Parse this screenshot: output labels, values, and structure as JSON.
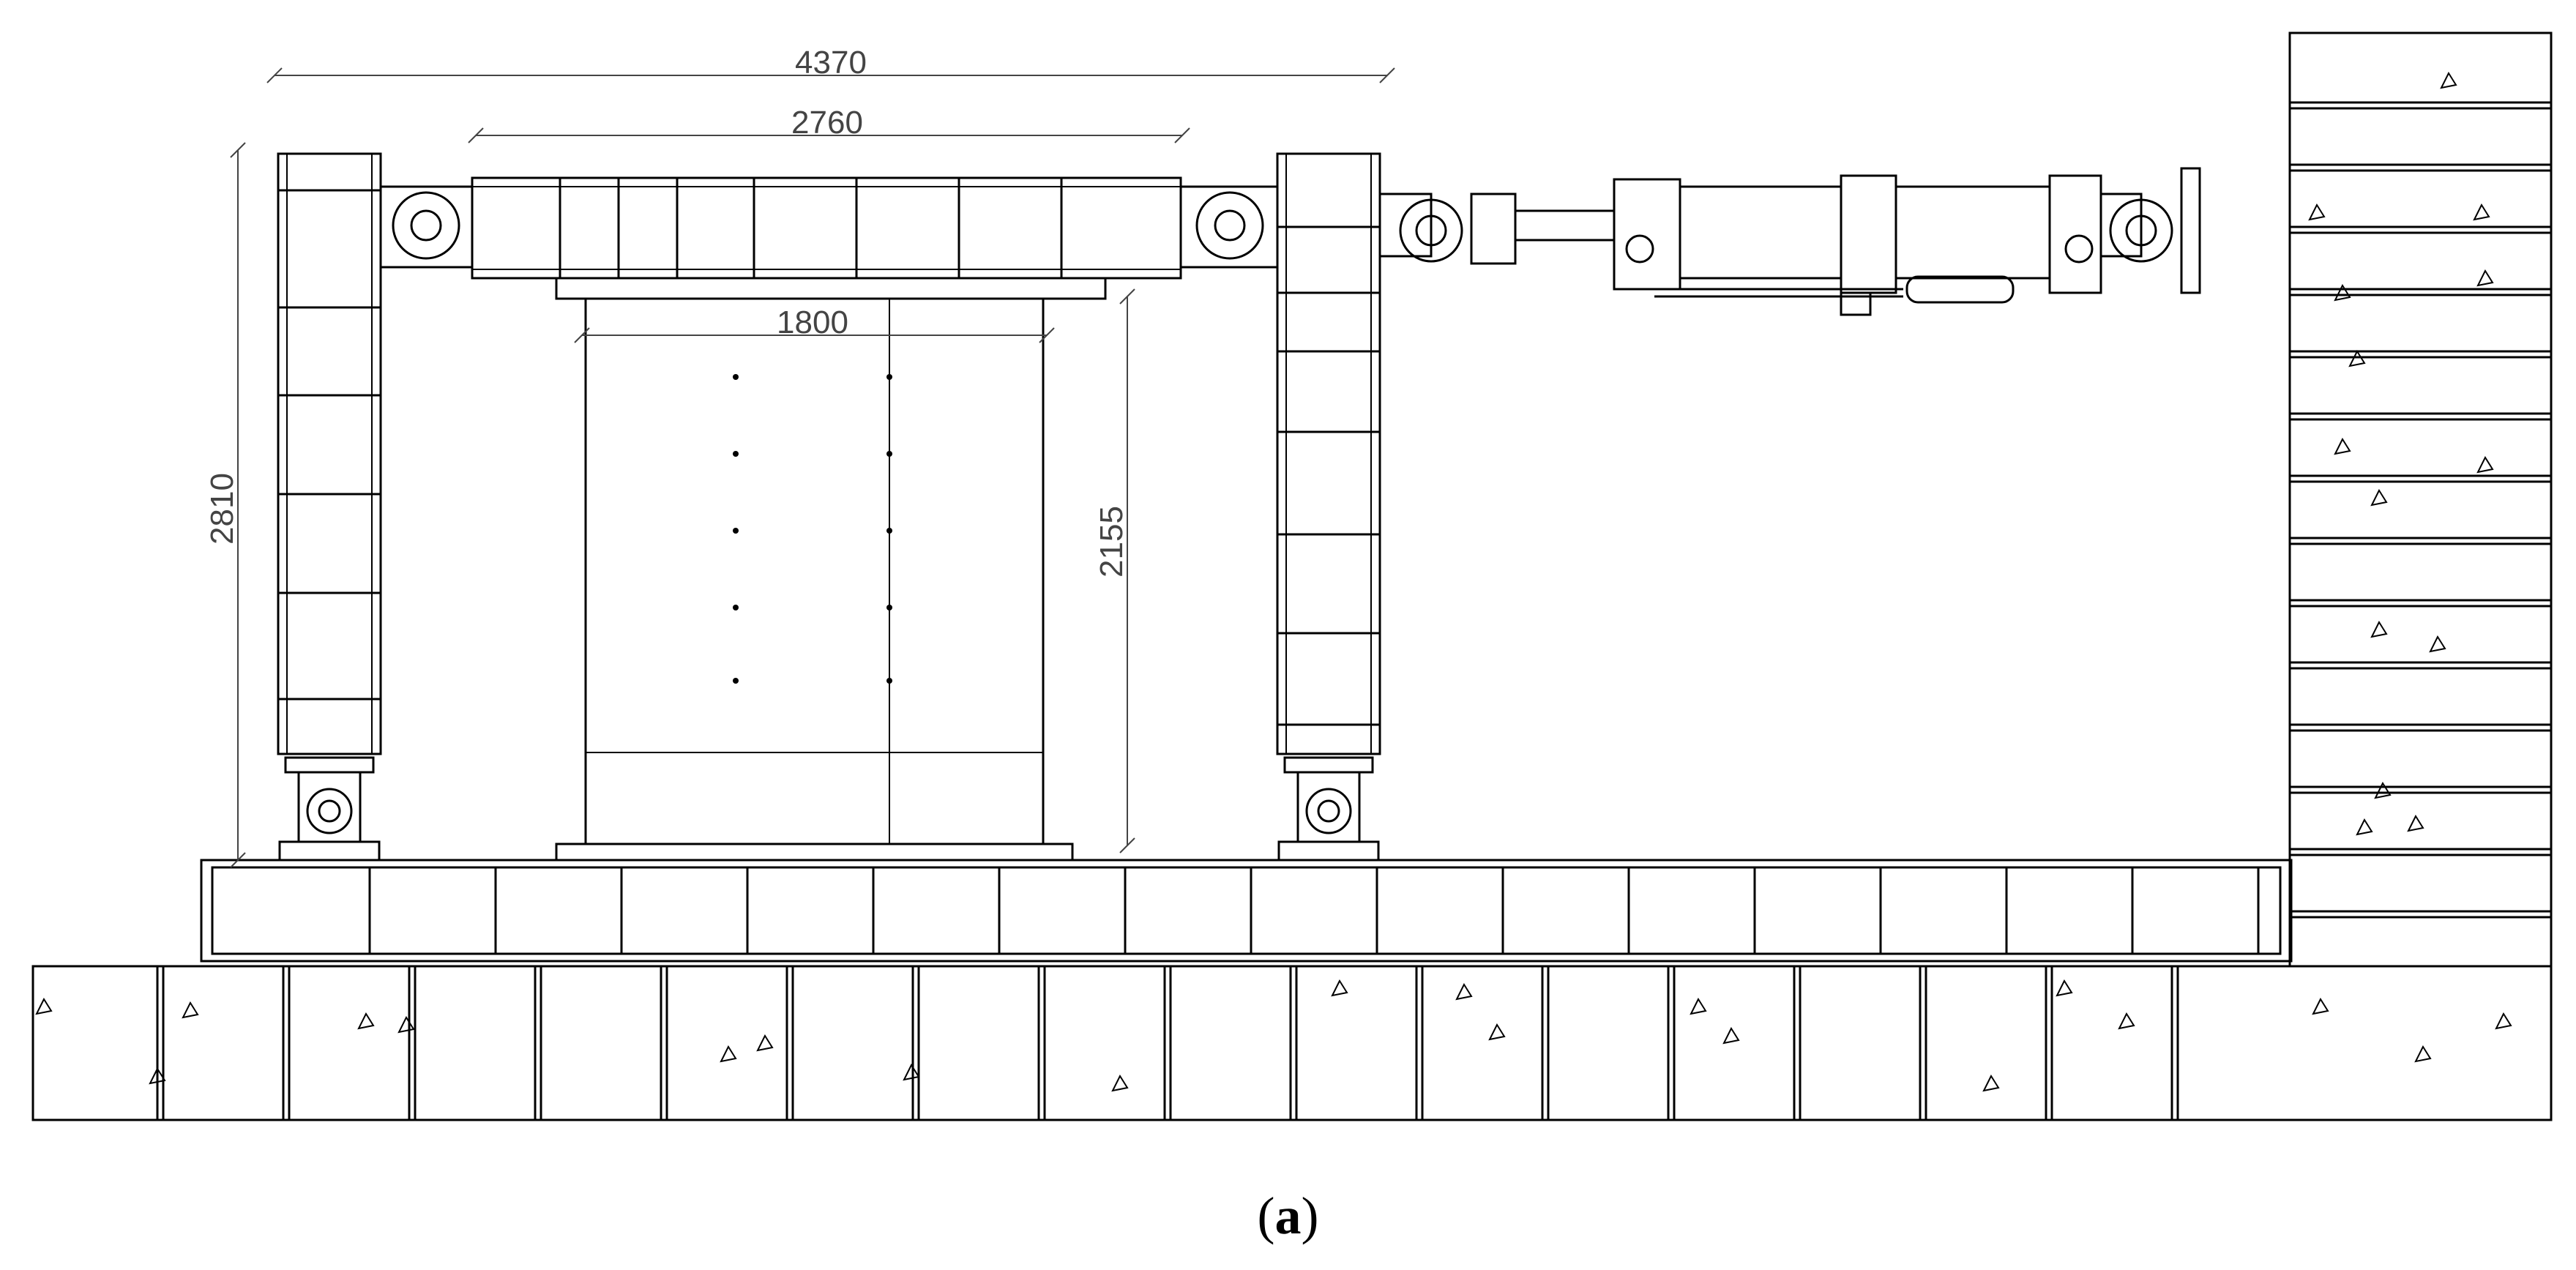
{
  "dimensions": {
    "overall_length": "4370",
    "beam_length": "2760",
    "wall_width": "1800",
    "column_height": "2810",
    "wall_height": "2155"
  },
  "caption": {
    "label": "a"
  },
  "colors": {
    "line": "#000000",
    "dimension": "#444444",
    "background": "#ffffff"
  }
}
